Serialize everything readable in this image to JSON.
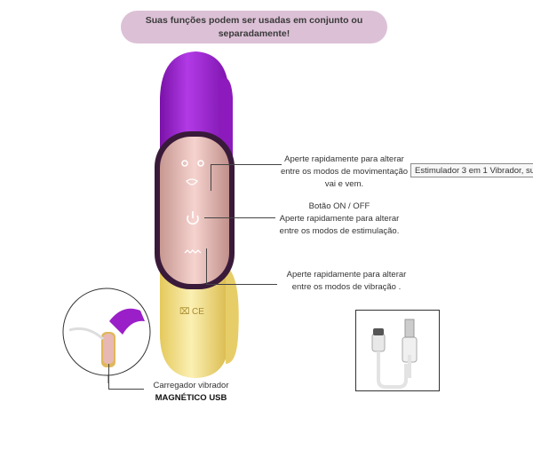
{
  "banner": {
    "line1": "Suas funções podem ser usadas em conjunto ou",
    "line2": "separadamente!"
  },
  "callouts": {
    "mode_movement": {
      "line1": "Aperte rapidamente para alterar",
      "line2": "entre os modos de movimentação",
      "line3": "vai e vem."
    },
    "power": {
      "line1": "Botão ON / OFF",
      "line2": "Aperte rapidamente para alterar",
      "line3": "entre os modos de estimulação."
    },
    "vibration": {
      "line1": "Aperte rapidamente para alterar",
      "line2": "entre os modos de vibração ."
    }
  },
  "tooltip": {
    "text": "Estimulador 3 em 1 Vibrador, su"
  },
  "charger": {
    "label": "Carregador vibrador",
    "label_bold": "MAGNÉTICO USB"
  },
  "colors": {
    "banner": "#dcc1d6",
    "purple": "#9a1fc8",
    "yellow": "#f2e08a",
    "pink_panel": "#e8b8b4"
  },
  "icons": [
    "power-icon",
    "wave-icon",
    "lips-icon",
    "usb-cable-icon"
  ]
}
